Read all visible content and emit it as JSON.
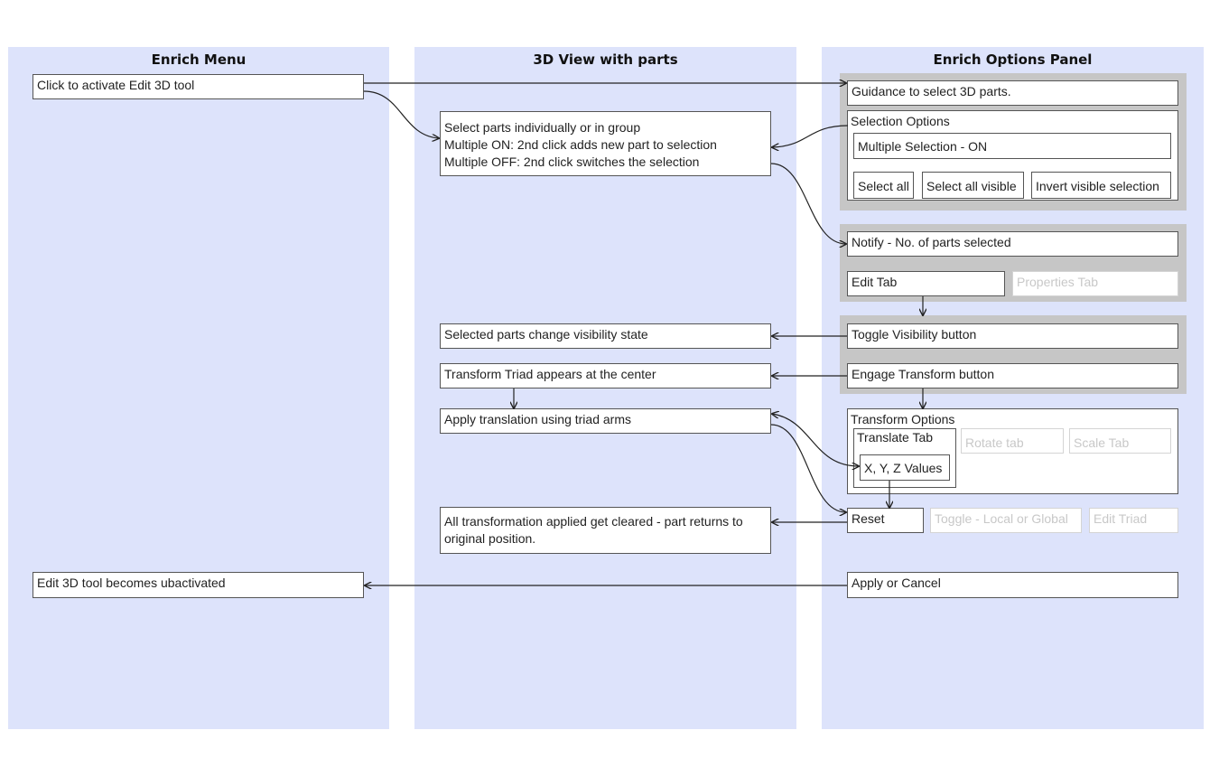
{
  "lanes": {
    "enrich_menu": "Enrich Menu",
    "view_3d": "3D View with parts",
    "options_panel": "Enrich Options Panel"
  },
  "enrich_menu": {
    "activate": "Click to activate Edit 3D tool",
    "deactivated": "Edit 3D tool becomes ubactivated"
  },
  "view_3d": {
    "select_parts": [
      "Select parts individually or in group",
      "Multiple ON: 2nd click adds new part to selection",
      "Multiple OFF: 2nd click switches the selection"
    ],
    "visibility": "Selected parts change visibility state",
    "triad": "Transform Triad appears at the center",
    "translation": "Apply translation using triad arms",
    "cleared": "All transformation applied get cleared - part returns to original position."
  },
  "options_panel": {
    "guidance": "Guidance to select 3D parts.",
    "selection_options": "Selection Options",
    "multiple_selection": "Multiple Selection - ON",
    "select_all": "Select all",
    "select_all_visible": "Select all visible",
    "invert_visible": "Invert visible selection",
    "notify": "Notify - No. of parts selected",
    "edit_tab": "Edit Tab",
    "properties_tab": "Properties Tab",
    "toggle_visibility": "Toggle Visibility button",
    "engage_transform": "Engage Transform button",
    "transform_options": "Transform Options",
    "translate_tab": "Translate Tab",
    "rotate_tab": "Rotate tab",
    "scale_tab": "Scale Tab",
    "xyz_values": "X, Y, Z Values",
    "reset": "Reset",
    "toggle_local_global": "Toggle - Local or Global",
    "edit_triad": "Edit Triad",
    "apply_cancel": "Apply or Cancel"
  },
  "colors": {
    "lane_background": "#dde3fb",
    "group_background": "#c6c6c6",
    "box_border": "#555555",
    "faded_text": "#c8c8c8",
    "arrow": "#222222"
  }
}
